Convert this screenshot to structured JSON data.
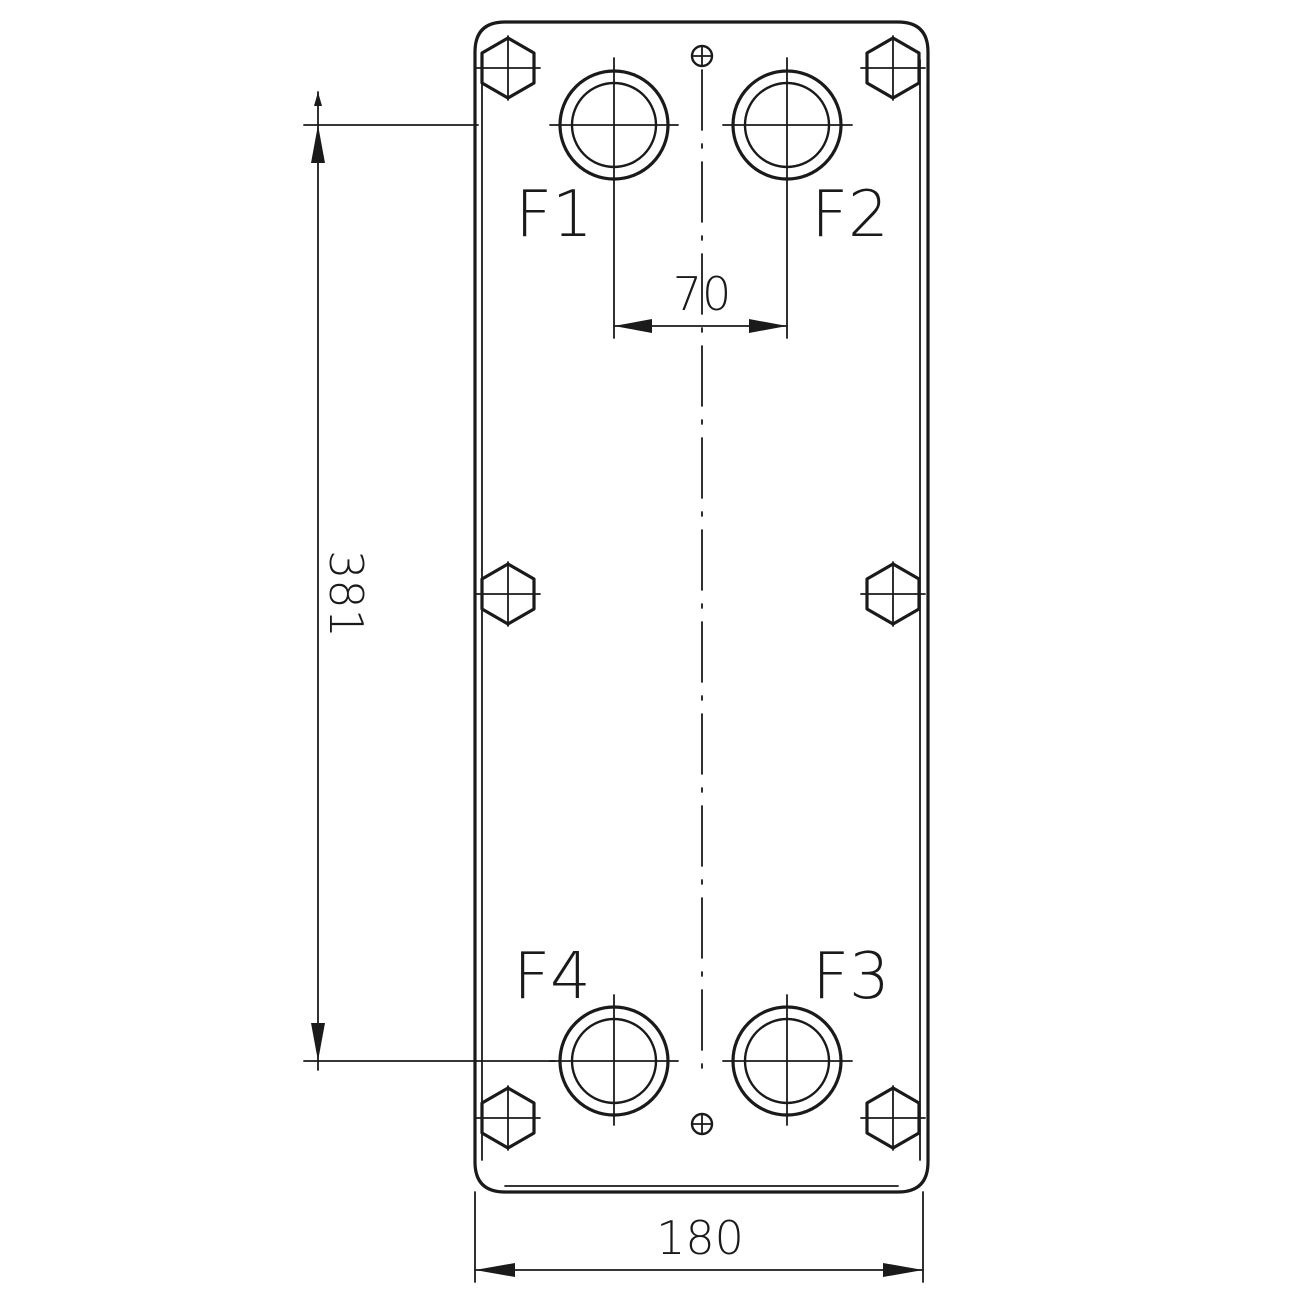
{
  "ports": [
    {
      "id": "F1",
      "label": "F1"
    },
    {
      "id": "F2",
      "label": "F2"
    },
    {
      "id": "F3",
      "label": "F3"
    },
    {
      "id": "F4",
      "label": "F4"
    }
  ],
  "dimensions": {
    "port_spacing": "70",
    "vertical_port_distance": "381",
    "overall_width": "180"
  },
  "colors": {
    "line": "#1a1a1a",
    "background": "#ffffff"
  }
}
